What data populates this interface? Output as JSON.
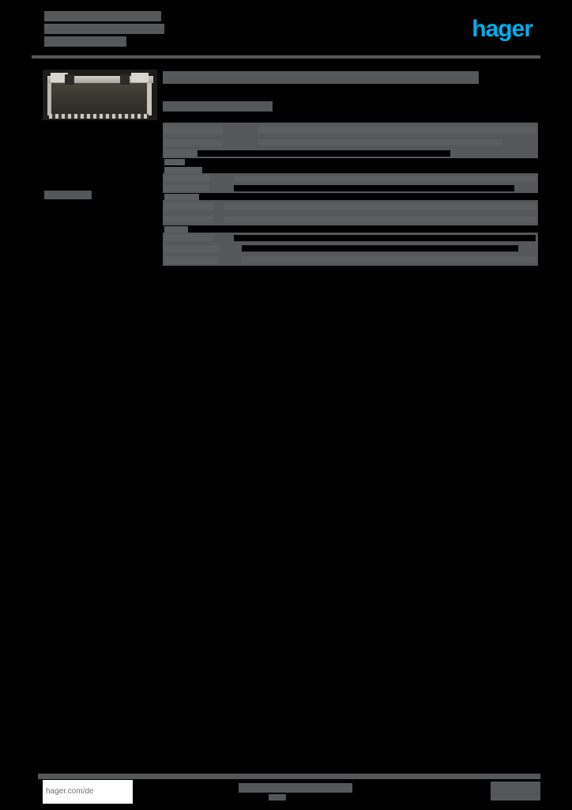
{
  "document": {
    "kind": "product-datasheet-pdf",
    "page_background": "#000000",
    "redaction_color": "#555759",
    "brand_color": "#00aeef"
  },
  "header": {
    "doc_title_lines": [
      "",
      "",
      ""
    ],
    "logo_text": "hager",
    "rule_color": "#555759"
  },
  "left_column": {
    "product_image_alt": "product-photo",
    "label": ""
  },
  "right_column": {
    "product_title": "",
    "product_subtitle": ""
  },
  "spec_table": {
    "rows": [
      {
        "key": "",
        "value": "",
        "band": true,
        "height": 18,
        "key_w": 74,
        "key_h": 11,
        "val_x": 120,
        "val_w": 352,
        "val_h": 9,
        "val_show": false
      },
      {
        "key": "",
        "value": "",
        "band": true,
        "height": 14,
        "key_w": 74,
        "key_h": 9,
        "val_x": 120,
        "val_w": 310,
        "val_h": 8,
        "val_show": false
      },
      {
        "key": "",
        "value": "",
        "band": true,
        "height": 13,
        "key_w": 40,
        "key_h": 9,
        "val_x": 44,
        "val_w": 320,
        "val_h": 8,
        "val_show": true
      },
      {
        "key": "",
        "value": "",
        "band": false,
        "height": 10,
        "key_w": 26,
        "key_h": 8,
        "val_x": 66,
        "val_w": 20,
        "val_h": 8,
        "val_show": true
      },
      {
        "key": "",
        "value": "",
        "band": false,
        "height": 9,
        "key_w": 48,
        "key_h": 8,
        "val_x": 0,
        "val_w": 0,
        "val_h": 0,
        "val_show": false
      },
      {
        "key": "",
        "value": "",
        "band": true,
        "height": 13,
        "key_w": 58,
        "key_h": 9,
        "val_x": 90,
        "val_w": 382,
        "val_h": 8,
        "val_show": false
      },
      {
        "key": "",
        "value": "",
        "band": true,
        "height": 12,
        "key_w": 58,
        "key_h": 8,
        "val_x": 90,
        "val_w": 355,
        "val_h": 8,
        "val_show": true
      },
      {
        "key": "",
        "value": "",
        "band": false,
        "height": 9,
        "key_w": 44,
        "key_h": 8,
        "val_x": 0,
        "val_w": 0,
        "val_h": 0,
        "val_show": false
      },
      {
        "key": "",
        "value": "",
        "band": true,
        "height": 16,
        "key_w": 62,
        "key_h": 10,
        "val_x": 78,
        "val_w": 394,
        "val_h": 9,
        "val_show": false
      },
      {
        "key": "",
        "value": "",
        "band": true,
        "height": 16,
        "key_w": 62,
        "key_h": 10,
        "val_x": 78,
        "val_w": 394,
        "val_h": 9,
        "val_show": false
      },
      {
        "key": "",
        "value": "",
        "band": false,
        "height": 9,
        "key_w": 30,
        "key_h": 8,
        "val_x": 0,
        "val_w": 0,
        "val_h": 0,
        "val_show": false
      },
      {
        "key": "",
        "value": "",
        "band": true,
        "height": 13,
        "key_w": 62,
        "key_h": 9,
        "val_x": 90,
        "val_w": 382,
        "val_h": 8,
        "val_show": true
      },
      {
        "key": "",
        "value": "",
        "band": true,
        "height": 14,
        "key_w": 70,
        "key_h": 9,
        "val_x": 100,
        "val_w": 350,
        "val_h": 8,
        "val_show": true
      },
      {
        "key": "",
        "value": "",
        "band": true,
        "height": 15,
        "key_w": 70,
        "key_h": 10,
        "val_x": 100,
        "val_w": 372,
        "val_h": 9,
        "val_show": false
      }
    ]
  },
  "footer": {
    "url": "hager.com/de",
    "center_text": "",
    "center_subtext": "",
    "right_text": ""
  }
}
